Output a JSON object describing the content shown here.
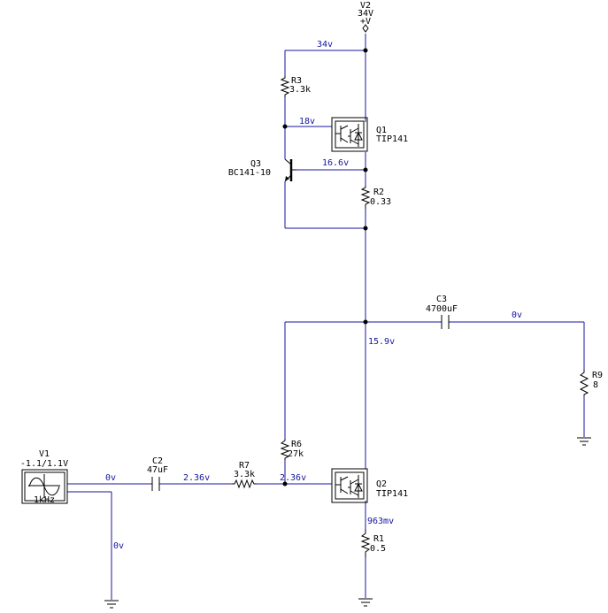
{
  "components": {
    "v2": {
      "ref": "V2",
      "value": "34V",
      "extra": "+V"
    },
    "r3": {
      "ref": "R3",
      "value": "3.3k"
    },
    "q1": {
      "ref": "Q1",
      "value": "TIP141"
    },
    "q3": {
      "ref": "Q3",
      "value": "BC141-10"
    },
    "r2": {
      "ref": "R2",
      "value": "0.33"
    },
    "c3": {
      "ref": "C3",
      "value": "4700uF"
    },
    "r9": {
      "ref": "R9",
      "value": "8"
    },
    "v1": {
      "ref": "V1",
      "value": "-1.1/1.1V",
      "freq": "1kHz"
    },
    "c2": {
      "ref": "C2",
      "value": "47uF"
    },
    "r7": {
      "ref": "R7",
      "value": "3.3k"
    },
    "r6": {
      "ref": "R6",
      "value": "27k"
    },
    "q2": {
      "ref": "Q2",
      "value": "TIP141"
    },
    "r1": {
      "ref": "R1",
      "value": "0.5"
    }
  },
  "nets": {
    "top": "34v",
    "q1_base": "18v",
    "q3_collector": "16.6v",
    "mid": "15.9v",
    "out": "0v",
    "source": "0v",
    "c2_out": "2.36v",
    "q2_base": "2.36v",
    "q2_emitter": "963mv",
    "source_low": "0v"
  }
}
